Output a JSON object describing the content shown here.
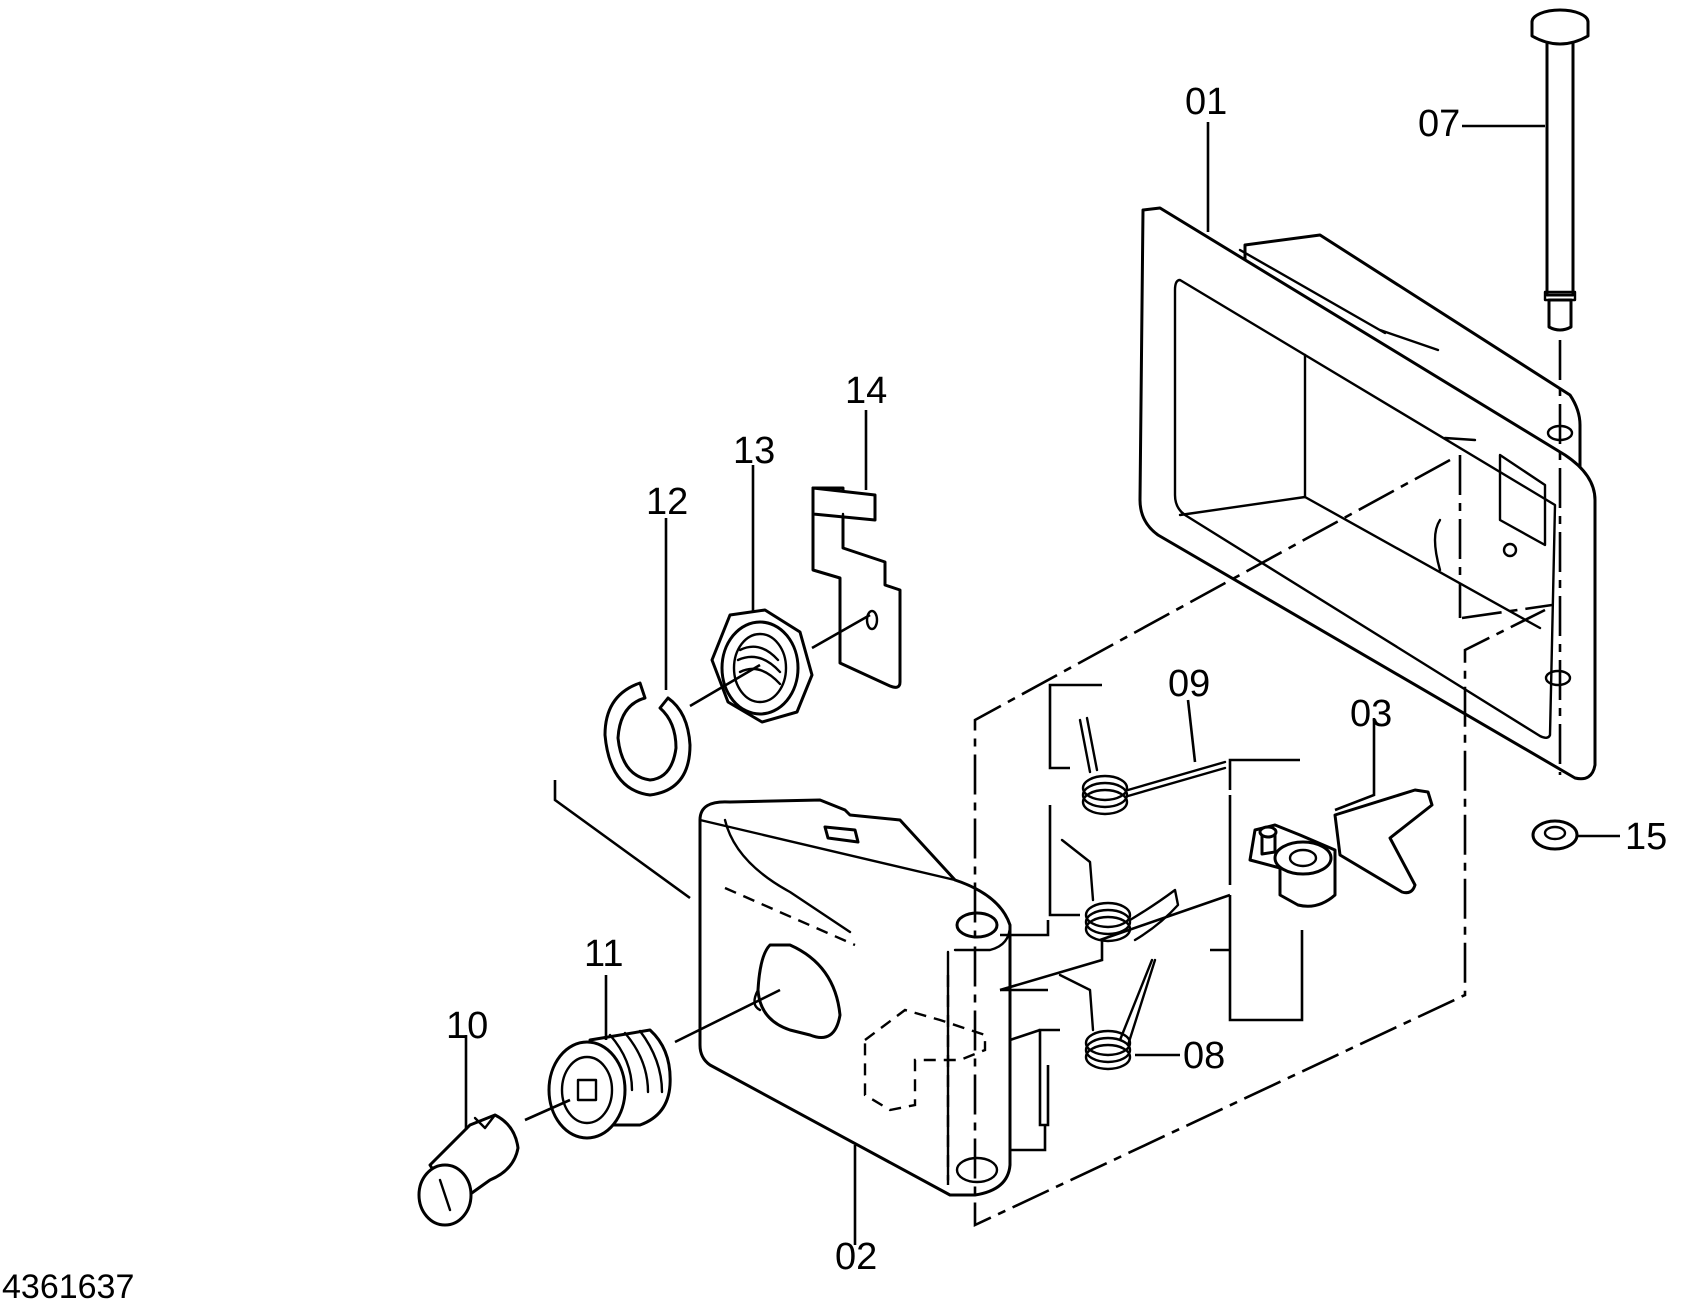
{
  "drawing_number": "4361637",
  "callouts": [
    "01",
    "02",
    "03",
    "07",
    "08",
    "09",
    "10",
    "11",
    "12",
    "13",
    "14",
    "15"
  ],
  "parts": [
    {
      "id": "01",
      "icon": "housing-icon"
    },
    {
      "id": "02",
      "icon": "lock-body-icon"
    },
    {
      "id": "03",
      "icon": "lever-icon"
    },
    {
      "id": "07",
      "icon": "pin-icon"
    },
    {
      "id": "08",
      "icon": "torsion-spring-icon"
    },
    {
      "id": "09",
      "icon": "torsion-spring-icon"
    },
    {
      "id": "10",
      "icon": "lock-cylinder-icon"
    },
    {
      "id": "11",
      "icon": "threaded-bushing-icon"
    },
    {
      "id": "12",
      "icon": "retaining-ring-icon"
    },
    {
      "id": "13",
      "icon": "hex-nut-icon"
    },
    {
      "id": "14",
      "icon": "cam-plate-icon"
    },
    {
      "id": "15",
      "icon": "e-clip-icon"
    }
  ]
}
